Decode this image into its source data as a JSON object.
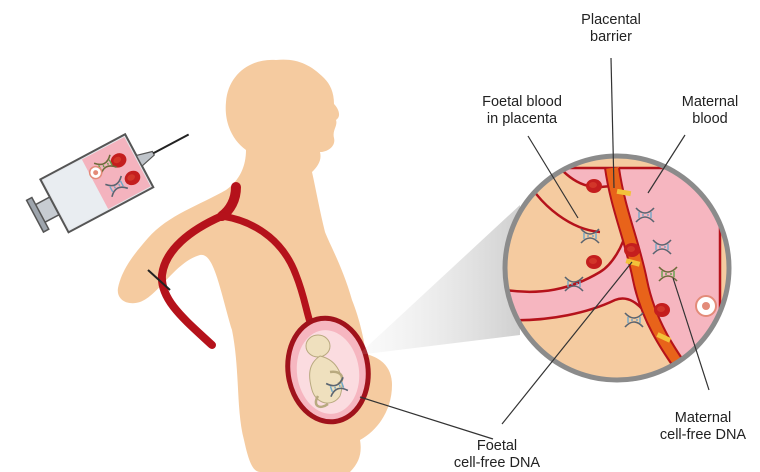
{
  "labels": {
    "placental_barrier": [
      "Placental",
      "barrier"
    ],
    "foetal_blood": [
      "Foetal blood",
      "in placenta"
    ],
    "maternal_blood": [
      "Maternal",
      "blood"
    ],
    "foetal_cfdna": [
      "Foetal",
      "cell-free DNA"
    ],
    "maternal_cfdna": [
      "Maternal",
      "cell-free DNA"
    ]
  },
  "colors": {
    "skin": "#F5CBA0",
    "artery": "#B5121B",
    "blood_pink": "#F6B6C0",
    "barrier_orange": "#E8631A",
    "uterus_wall": "#A0121B",
    "syringe_barrel": "#D9DDE3",
    "leader_line": "#333333"
  },
  "icons": [
    "syringe-icon",
    "dna-helix-icon",
    "red-blood-cell-icon",
    "white-blood-cell-icon",
    "foetus-icon"
  ]
}
